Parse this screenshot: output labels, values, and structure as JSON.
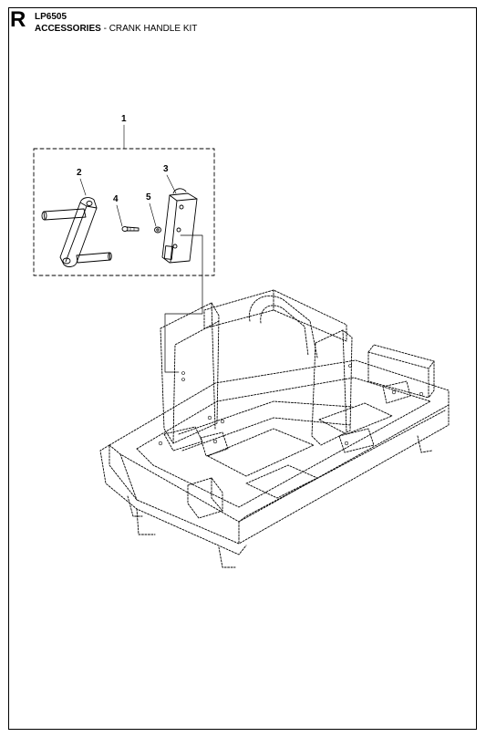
{
  "header": {
    "section_letter": "R",
    "model": "LP6505",
    "category": "ACCESSORIES",
    "separator": " - ",
    "subtitle": "CRANK HANDLE KIT"
  },
  "callouts": [
    "1",
    "2",
    "3",
    "4",
    "5"
  ],
  "colors": {
    "ink": "#000000",
    "paper": "#ffffff"
  }
}
